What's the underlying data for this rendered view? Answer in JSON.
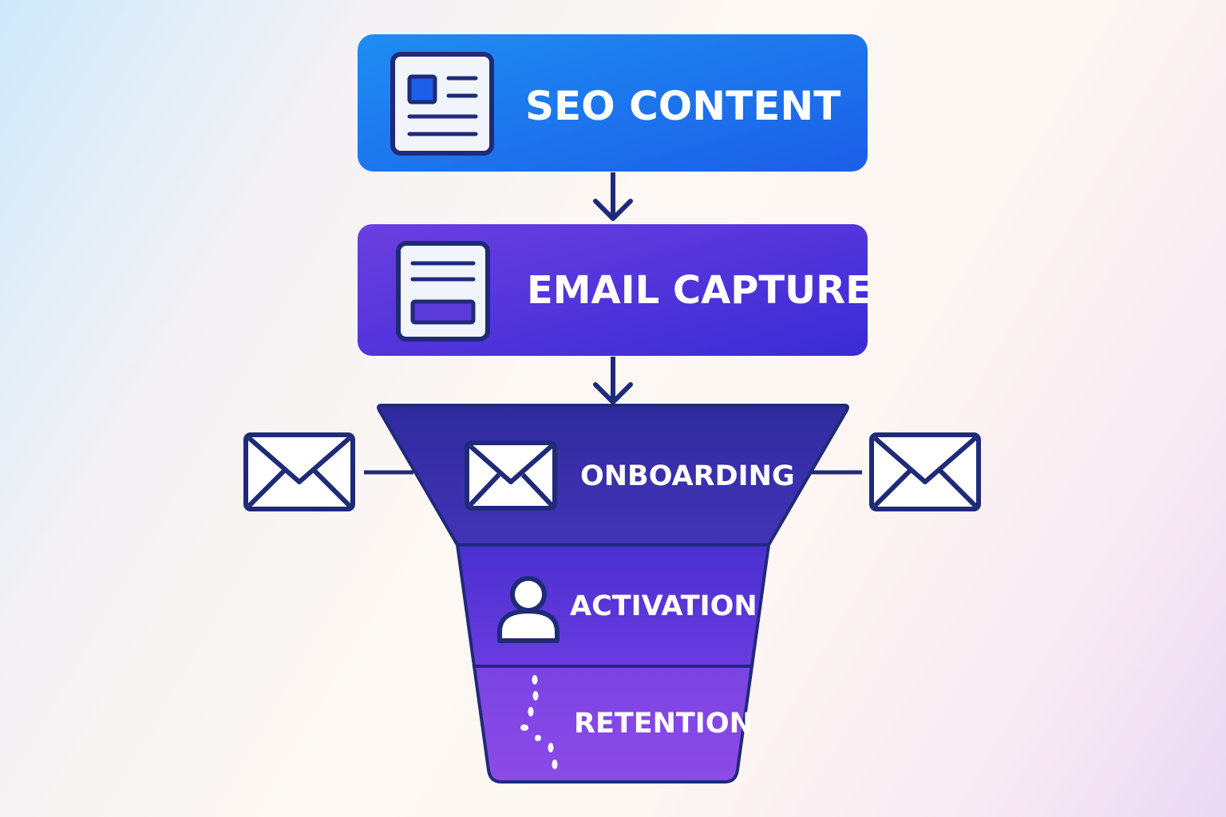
{
  "stages": {
    "seo": {
      "label": "SEO CONTENT",
      "icon": "article-icon",
      "color_start": "#1e8df2",
      "color_end": "#1c5fe8"
    },
    "email_capture": {
      "label": "EMAIL CAPTURE",
      "icon": "form-icon",
      "color_start": "#6b3fe0",
      "color_end": "#3a2bd6"
    },
    "funnel": {
      "onboarding": {
        "label": "ONBOARDING",
        "icon": "envelope-icon"
      },
      "activation": {
        "label": "ACTIVATION",
        "icon": "user-icon"
      },
      "retention": {
        "label": "RETENTION",
        "icon": "dotted-path-icon"
      }
    },
    "side_emails": {
      "left_icon": "envelope-icon",
      "right_icon": "envelope-icon"
    }
  },
  "colors": {
    "outline": "#1f2a78",
    "funnel_top": "#3730a8",
    "funnel_middle": "#5535d9",
    "funnel_bottom": "#8a4ae6",
    "text": "#ffffff"
  }
}
